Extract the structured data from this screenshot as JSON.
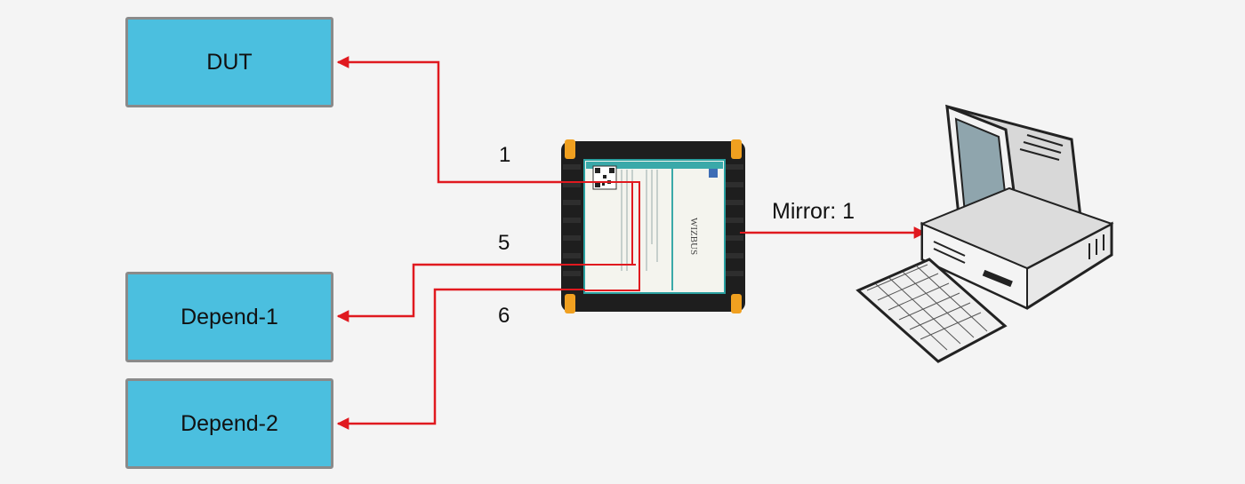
{
  "nodes": {
    "dut": "DUT",
    "depend1": "Depend-1",
    "depend2": "Depend-2"
  },
  "ports": {
    "p1": "1",
    "p5": "5",
    "p6": "6"
  },
  "mirror": {
    "label": "Mirror: 1"
  },
  "device": {
    "brand": "WIZBUS"
  },
  "colors": {
    "box_fill": "#4bbfdf",
    "box_border": "#8a8a8a",
    "wire": "#e0191f"
  },
  "icons": {
    "device": "network-tap-device-icon",
    "computer": "desktop-computer-icon"
  }
}
